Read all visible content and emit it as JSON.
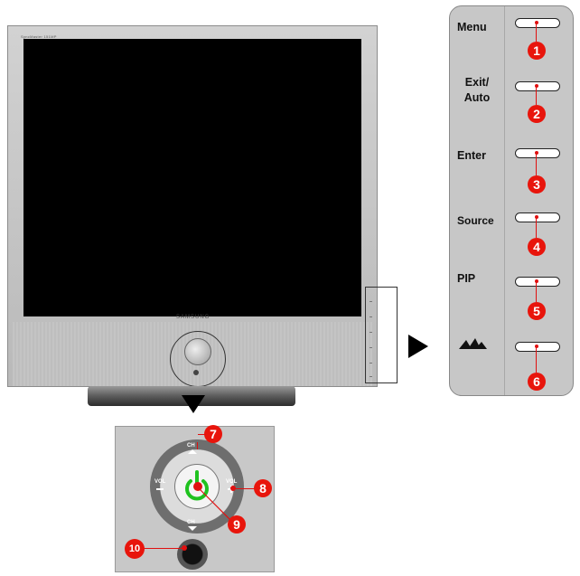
{
  "monitor": {
    "brand_text": "SyncMaster 151MP",
    "logo_text": "SAMSUNG"
  },
  "side_panel": {
    "buttons": [
      {
        "label": "Menu",
        "number": "1"
      },
      {
        "label": "Exit/ Auto",
        "number": "2"
      },
      {
        "label": "Enter",
        "number": "3"
      },
      {
        "label": "Source",
        "number": "4"
      },
      {
        "label": "PIP",
        "number": "5"
      },
      {
        "label": "",
        "icon": "brightness-icon",
        "number": "6"
      }
    ]
  },
  "closeup": {
    "ch_top": "CH",
    "ch_bottom": "CH",
    "vol_left": "VOL",
    "vol_right": "VOL",
    "callouts": [
      "7",
      "8",
      "9",
      "10"
    ]
  },
  "colors": {
    "callout": "#e8150c",
    "panel": "#c7c7c7",
    "power_symbol": "#1fc21f"
  }
}
